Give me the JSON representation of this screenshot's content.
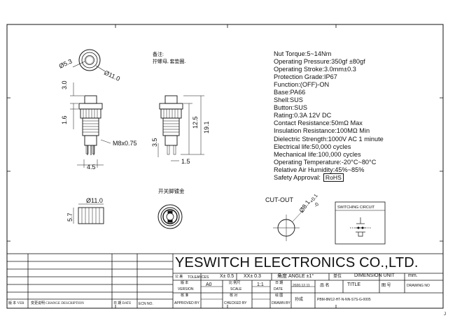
{
  "note": {
    "line1": "备注:",
    "line2": "拧螺母, 套垫圈."
  },
  "specs": [
    "Nut Torque:5~14Nm",
    "Operating Pressure:350gf ±80gf",
    "Operating Stroke:3.0mm±0.3",
    "Protection Grade:IP67",
    "Function:(OFF)-ON",
    "Base:PA66",
    "Shell:SUS",
    "Button:SUS",
    "Rating:0.3A 12V DC",
    "Contact Resistance:50mΩ Max",
    "Insulation Resistance:100MΩ Min",
    "Dielectric Strength:1000V AC 1 minute",
    "Electrical life:50,000 cycles",
    "Mechanical life:100,000 cycles",
    "Operating Temperature:-20°C~80°C",
    "Relative Air Humidity:45%~85%"
  ],
  "safety": {
    "label": "Safety Approval:",
    "badge": "RoHS"
  },
  "dims": {
    "d53": "Ø5.3",
    "d11": "Ø11.0",
    "h30": "3.0",
    "h16": "1.6",
    "thread": "M8x0.75",
    "w45": "4.5",
    "h35": "3.5",
    "h125": "12.5",
    "h191": "19.1",
    "w15": "1.5",
    "d11b": "Ø11.0",
    "h57": "5.7"
  },
  "nut_label": "开关脚镀金",
  "cutout": {
    "title": "CUT-OUT",
    "dim": "Ø8.1",
    "tol_plus": "+0.1",
    "tol_minus": "-0"
  },
  "switching_circuit": "SWITCHING CIRCUIT",
  "title_block": {
    "company": "YESWITCH ELECTRONICS CO.,LTD.",
    "tol_cn": "公 差",
    "tol_en": "TOLEANCES",
    "tol_x": "X± 0.5",
    "tol_xx": "XX± 0.3",
    "angle": "角度 ANGLE ±1°",
    "unit_cn": "单位",
    "unit_en": "DIMENSION UNIT",
    "unit_val": "mm.",
    "version_cn": "版 本",
    "version_en": "VERSION",
    "version_val": "A0",
    "scale_cn": "比 例尺",
    "scale_en": "SCALE",
    "scale_val": "1:1",
    "date_cn": "日 期",
    "date_en": "DATE",
    "date_val": "2020.12.11",
    "name_cn": "品 名",
    "title_en": "TITLE",
    "drawing_cn": "图 号",
    "drawing_en": "DRAWING NO",
    "approved_cn": "核 准",
    "approved_en": "APPROVED BY",
    "checked_cn": "核 对",
    "checked_en": "CHECKED BY",
    "drawn_cn": "绘 图",
    "drawn_en": "DRAWN BY",
    "drawn_val": "孙成",
    "part_no": "PBM-8M12-HT-N-NN-S7S-G-0005",
    "rev_left": "版 本 VER",
    "change_desc": "变更说明  CHANGE DESCRIPTION",
    "date_hdr": "日 期  DATE",
    "ecn": "ECN NO."
  },
  "corner_mark": "J"
}
